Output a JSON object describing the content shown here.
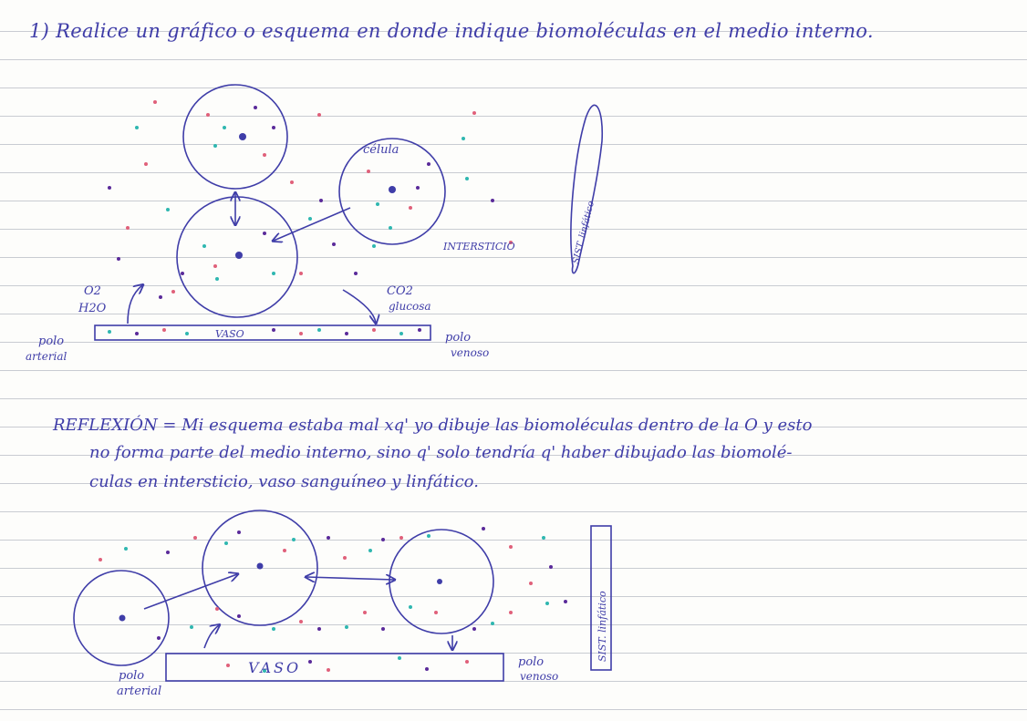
{
  "heading": "1) Realice un gráfico o esquema en donde indique biomoléculas en el medio interno.",
  "diagram1": {
    "cell_label": "célula",
    "intersticio_label": "INTERSTICIO",
    "sist_label": "SIST. linfático",
    "left_arrow_labels": [
      "O2",
      "H2O"
    ],
    "right_arrow_labels": [
      "CO2",
      "glucosa"
    ],
    "vessel_label": "VASO",
    "arterial_pole": [
      "polo",
      "arterial"
    ],
    "venous_pole": [
      "polo",
      "venoso"
    ]
  },
  "reflection": {
    "lines": [
      "REFLEXIÓN = Mi esquema estaba mal xq' yo dibuje las biomoléculas dentro de la O y esto",
      "no forma parte del medio interno, sino q' solo tendría q' haber dibujado las biomolé-",
      "culas en intersticio, vaso sanguíneo y linfático."
    ]
  },
  "diagram2": {
    "vessel_label": "VASO",
    "sist_label": "SIST. linfático",
    "arterial_pole": [
      "polo",
      "arterial"
    ],
    "venous_pole": [
      "polo",
      "venoso"
    ]
  },
  "colors": {
    "ink": "#3f3da8",
    "dot_red": "#e0607a",
    "dot_teal": "#2fb7b0",
    "dot_purple": "#5a2a9a"
  }
}
